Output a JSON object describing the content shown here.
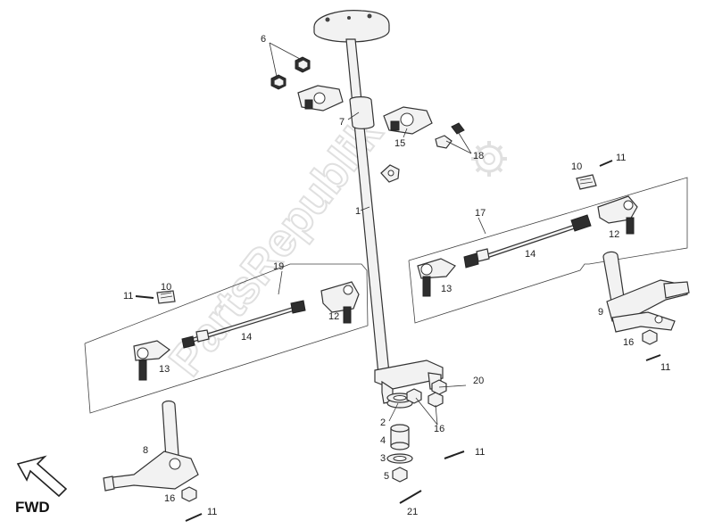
{
  "watermark": "PartsRepublik",
  "direction_label": "FWD",
  "callouts": {
    "c1": "1",
    "c2": "2",
    "c3": "3",
    "c4": "4",
    "c5": "5",
    "c6": "6",
    "c7": "7",
    "c8": "8",
    "c9": "9",
    "c10a": "10",
    "c10b": "10",
    "c11a": "11",
    "c11b": "11",
    "c11c": "11",
    "c11d": "11",
    "c11e": "11",
    "c12a": "12",
    "c12b": "12",
    "c13a": "13",
    "c13b": "13",
    "c14a": "14",
    "c14b": "14",
    "c15": "15",
    "c16a": "16",
    "c16b": "16",
    "c16c": "16",
    "c17": "17",
    "c18": "18",
    "c19": "19",
    "c20": "20",
    "c21": "21"
  }
}
